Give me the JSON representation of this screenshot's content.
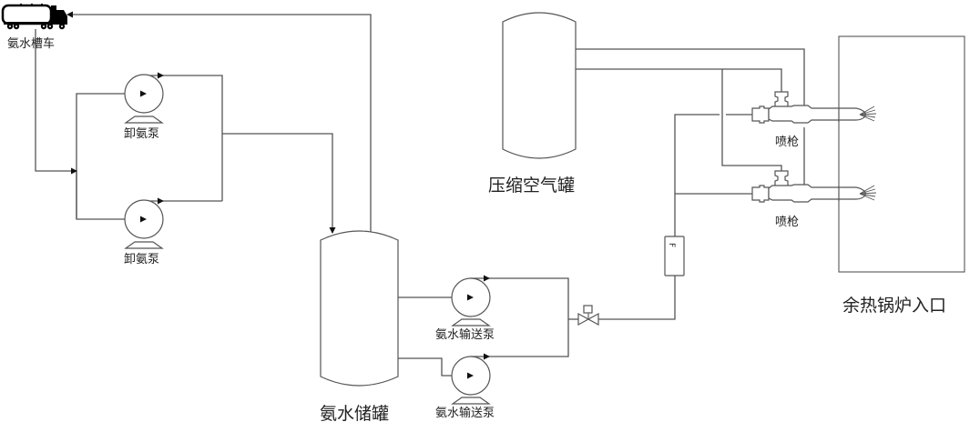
{
  "title": "Ammonia water supply process flow diagram",
  "labels": {
    "tanker_truck": "氨水槽车",
    "unloading_pump_1": "卸氨泵",
    "unloading_pump_2": "卸氨泵",
    "storage_tank": "氨水储罐",
    "transfer_pump_1": "氨水输送泵",
    "transfer_pump_2": "氨水输送泵",
    "air_tank": "压缩空气罐",
    "spray_gun_1": "喷枪",
    "spray_gun_2": "喷枪",
    "boiler_inlet": "余热锅炉入口",
    "flowmeter": "F"
  },
  "colors": {
    "line": "#555555",
    "arrow": "#111111",
    "text": "#222222",
    "background": "#ffffff"
  }
}
